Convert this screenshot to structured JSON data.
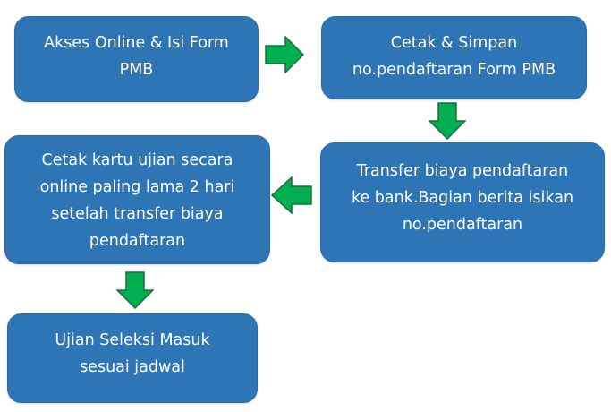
{
  "diagram": {
    "steps": [
      {
        "label": "Akses Online  & Isi Form\nPMB"
      },
      {
        "label": "Cetak & Simpan\nno.pendaftaran Form PMB"
      },
      {
        "label": "Transfer biaya pendaftaran\nke bank.Bagian berita isikan\nno.pendaftaran"
      },
      {
        "label": "Cetak kartu ujian secara\nonline paling lama 2 hari\nsetelah transfer biaya\npendaftaran"
      },
      {
        "label": "Ujian Seleksi Masuk\nsesuai jadwal"
      }
    ],
    "arrows": [
      {
        "from": 1,
        "to": 2,
        "direction": "right",
        "icon": "arrow-right-icon"
      },
      {
        "from": 2,
        "to": 3,
        "direction": "down",
        "icon": "arrow-down-icon"
      },
      {
        "from": 3,
        "to": 4,
        "direction": "left",
        "icon": "arrow-left-icon"
      },
      {
        "from": 4,
        "to": 5,
        "direction": "down",
        "icon": "arrow-down-icon"
      }
    ]
  },
  "colors": {
    "box_fill": "#2e75b6",
    "box_text": "#ffffff",
    "arrow_fill": "#00b050",
    "arrow_outline": "#1f6b3f"
  }
}
